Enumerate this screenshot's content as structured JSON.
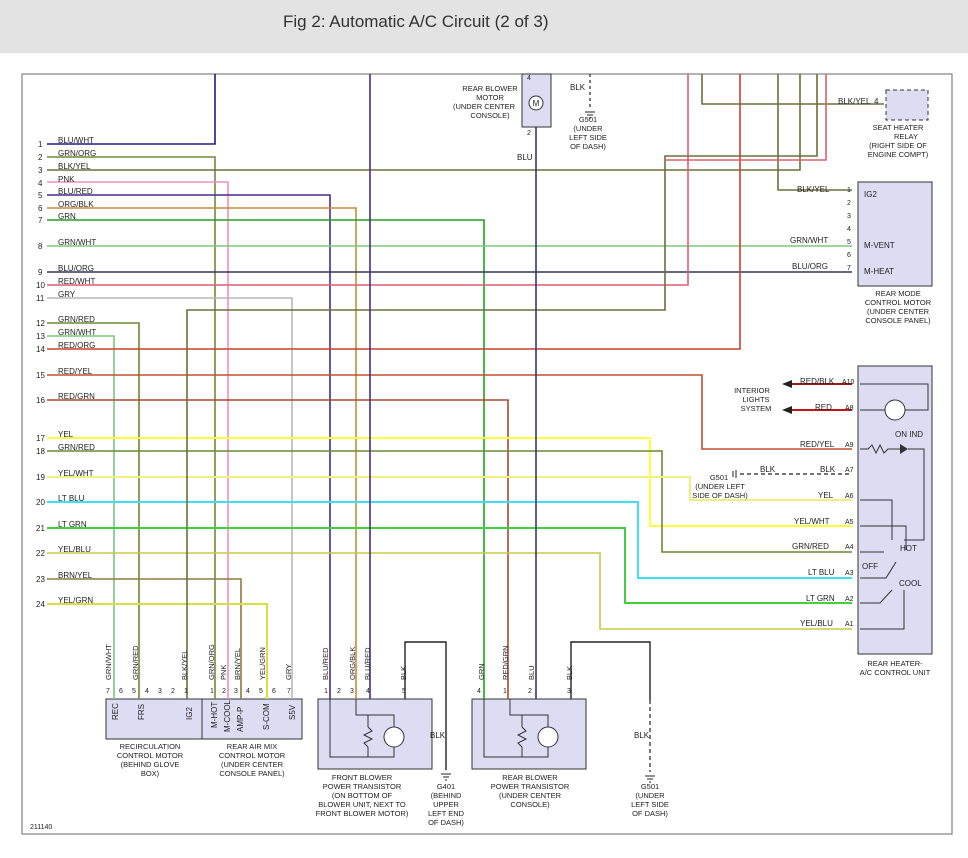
{
  "page": {
    "title": "Fig 2: Automatic A/C Circuit (2 of 3)"
  },
  "colors": {
    "BLU/WHT": "#1a1a8c",
    "GRN/ORG": "#6e8a3a",
    "BLK/YEL": "#6e6e3c",
    "PNK": "#f090c0",
    "BLU/RED": "#4a2a8a",
    "ORG/BLK": "#c88a40",
    "GRN": "#22a022",
    "GRN/WHT": "#7ac87a",
    "BLU/ORG": "#33335e",
    "RED/WHT": "#d86070",
    "GRY": "#b8b8b8",
    "GRN/RED": "#6a8a30",
    "RED/ORG": "#c8402a",
    "RED/YEL": "#c0502a",
    "RED/GRN": "#a84a30",
    "YEL": "#ffff40",
    "YEL/WHT": "#f0f07a",
    "LT BLU": "#40e0f0",
    "LT GRN": "#40d040",
    "YEL/BLU": "#c8c848",
    "BRN/YEL": "#8a7a40",
    "YEL/GRN": "#d8e040",
    "BLU": "#303878",
    "BLK": "#222222",
    "RED/BLK": "#a01818",
    "RED": "#c01818"
  },
  "pins": {
    "p1": "1",
    "p2": "2",
    "p3": "3",
    "p4": "4",
    "p5": "5",
    "p6": "6",
    "p7": "7",
    "p8": "8",
    "p9": "9",
    "p10": "10",
    "p11": "11",
    "p12": "12",
    "p13": "13",
    "p14": "14",
    "p15": "15",
    "p16": "16",
    "p17": "17",
    "p18": "18",
    "p19": "19",
    "p20": "20",
    "p21": "21",
    "p22": "22",
    "p23": "23",
    "p24": "24"
  },
  "wires": {
    "w1": "BLU/WHT",
    "w2": "GRN/ORG",
    "w3": "BLK/YEL",
    "w4": "PNK",
    "w5": "BLU/RED",
    "w6": "ORG/BLK",
    "w7": "GRN",
    "w8": "GRN/WHT",
    "w9": "BLU/ORG",
    "w10": "RED/WHT",
    "w11": "GRY",
    "w12": "GRN/RED",
    "w13": "GRN/WHT",
    "w14": "RED/ORG",
    "w15": "RED/YEL",
    "w16": "RED/GRN",
    "w17": "YEL",
    "w18": "GRN/RED",
    "w19": "YEL/WHT",
    "w20": "LT BLU",
    "w21": "LT GRN",
    "w22": "YEL/BLU",
    "w23": "BRN/YEL",
    "w24": "YEL/GRN"
  },
  "labels": {
    "blu": "BLU",
    "blk": "BLK",
    "blkyel": "BLK/YEL",
    "grnwht": "GRN/WHT",
    "bluorg": "BLU/ORG",
    "redblk": "RED/BLK",
    "red": "RED",
    "redyel": "RED/YEL",
    "yel": "YEL",
    "yelwht": "YEL/WHT",
    "grnred": "GRN/RED",
    "ltblu": "LT BLU",
    "ltgrn": "LT GRN",
    "yelblu": "YEL/BLU",
    "grnorg": "GRN/ORG",
    "pnk": "PNK",
    "brnyel": "BRN/YEL",
    "yelgrn": "YEL/GRN",
    "gry": "GRY",
    "blured": "BLU/RED",
    "orgblk": "ORG/BLK",
    "grn": "GRN",
    "redgrn": "RED/GRN"
  },
  "rear_blower": {
    "line1": "REAR BLOWER",
    "line2": "MOTOR",
    "line3": "(UNDER CENTER",
    "line4": "CONSOLE)",
    "pin4": "4",
    "pin2": "2",
    "symbol": "M"
  },
  "g501_top": {
    "l1": "G501",
    "l2": "(UNDER",
    "l3": "LEFT SIDE",
    "l4": "OF DASH)"
  },
  "seat_relay": {
    "l1": "SEAT HEATER",
    "l2": "RELAY",
    "l3": "(RIGHT SIDE OF",
    "l4": "ENGINE COMPT)",
    "pin": "4"
  },
  "rear_mode": {
    "ig2": "IG2",
    "mvent": "M-VENT",
    "mheat": "M-HEAT",
    "l1": "REAR MODE",
    "l2": "CONTROL MOTOR",
    "l3": "(UNDER CENTER",
    "l4": "CONSOLE PANEL)",
    "n1": "1",
    "n2": "2",
    "n3": "3",
    "n4": "4",
    "n5": "5",
    "n6": "6",
    "n7": "7"
  },
  "rear_heater": {
    "interior1": "INTERIOR",
    "interior2": "LIGHTS",
    "interior3": "SYSTEM",
    "a10": "A10",
    "a8": "A8",
    "a9": "A9",
    "a7": "A7",
    "a6": "A6",
    "a5": "A5",
    "a4": "A4",
    "a3": "A3",
    "a2": "A2",
    "a1": "A1",
    "onind": "ON IND",
    "hot": "HOT",
    "off": "OFF",
    "cool": "COOL",
    "g501a": "G501",
    "g501b": "(UNDER LEFT",
    "g501c": "SIDE OF DASH)",
    "l1": "REAR HEATER-",
    "l2": "A/C CONTROL UNIT"
  },
  "recirc": {
    "rec": "REC",
    "frs": "FRS",
    "ig2": "IG2",
    "l1": "RECIRCULATION",
    "l2": "CONTROL MOTOR",
    "l3": "(BEHIND GLOVE",
    "l4": "BOX)",
    "n7": "7",
    "n6": "6",
    "n5": "5",
    "n4": "4",
    "n3": "3",
    "n2": "2",
    "n1": "1"
  },
  "airmix": {
    "mhot": "M-HOT",
    "mcool": "M-COOL",
    "ampp": "AMP-P",
    "scom": "S-COM",
    "ssv": "S5V",
    "l1": "REAR AIR MIX",
    "l2": "CONTROL MOTOR",
    "l3": "(UNDER CENTER",
    "l4": "CONSOLE PANEL)",
    "n1": "1",
    "n2": "2",
    "n3": "3",
    "n4": "4",
    "n5": "5",
    "n6": "6",
    "n7": "7"
  },
  "front_pt": {
    "l1": "FRONT BLOWER",
    "l2": "POWER TRANSISTOR",
    "l3": "(ON BOTTOM OF",
    "l4": "BLOWER UNIT, NEXT TO",
    "l5": "FRONT BLOWER MOTOR)",
    "n1": "1",
    "n2": "2",
    "n3": "3",
    "n4": "4",
    "n5": "5"
  },
  "rear_pt": {
    "l1": "REAR BLOWER",
    "l2": "POWER TRANSISTOR",
    "l3": "(UNDER CENTER",
    "l4": "CONSOLE)",
    "n4": "4",
    "n1": "1",
    "n2": "2",
    "n3": "3"
  },
  "g401": {
    "l1": "G401",
    "l2": "(BEHIND",
    "l3": "UPPER",
    "l4": "LEFT END",
    "l5": "OF DASH)"
  },
  "g501_bot": {
    "l1": "G501",
    "l2": "(UNDER",
    "l3": "LEFT SIDE",
    "l4": "OF DASH)"
  },
  "figure_id": "211140"
}
